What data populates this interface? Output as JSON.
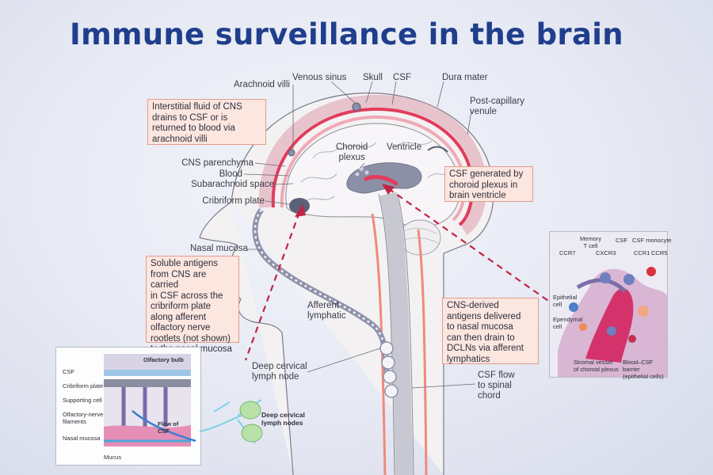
{
  "title": "Immune surveillance in the brain",
  "labels": {
    "arachnoid_villi": "Arachnoid villi",
    "venous_sinus": "Venous sinus",
    "skull": "Skull",
    "csf": "CSF",
    "dura_mater": "Dura mater",
    "post_capillary": "Post-capillary\nvenule",
    "choroid_plexus": "Choroid\nplexus",
    "ventricle": "Ventricle",
    "cns_parenchyma": "CNS parenchyma",
    "blood": "Blood",
    "subarachnoid": "Subarachnoid space",
    "cribriform": "Cribriform plate",
    "nasal_mucosa": "Nasal mucosa",
    "afferent_lymphatic": "Afferent\nlymphatic",
    "deep_cervical": "Deep cervical\nlymph node",
    "csf_flow": "CSF flow\nto spinal\nchord"
  },
  "boxes": {
    "interstitial": "Interstitial fluid of CNS\ndrains to CSF or is\nreturned to blood via\narachnoid villi",
    "csf_generated": "CSF generated by\nchoroid plexus in\nbrain ventricle",
    "soluble": "Soluble antigens\nfrom CNS are carried\nin CSF across the\ncribriform plate\nalong afferent\nolfactory nerve\nrootlets (not shown)\nto the nasal mucosa",
    "cns_derived": "CNS-derived\nantigens delivered\nto nasal mucosa\ncan then drain to\nDCLNs via afferent\nlymphatics"
  },
  "left_inset": {
    "olfactory_bulb": "Olfactory bulb",
    "csf": "CSF",
    "cribriform": "Cribriform plate",
    "supporting": "Supporting cell",
    "filaments": "Olfactory-nerve\nfilaments",
    "nasal_mucosa": "Nasal mucosa",
    "mucus": "Mucus",
    "flow": "Flow of\nCSF",
    "deep_nodes": "Deep cervical\nlymph nodes"
  },
  "right_inset": {
    "memory_t": "Memory\nT cell",
    "csf": "CSF",
    "csf_monocyte": "CSF monocyte",
    "ccr7": "CCR7",
    "cxcr3": "CXCR3",
    "ccr1": "CCR1",
    "ccr5": "CCR5",
    "epithelial": "Epithelial\ncell",
    "ependymal": "Ependymal\ncell",
    "stromal": "Stromal vessel\nof choroid plexus",
    "barrier": "Blood–CSF barrier\n(epithelial cells)"
  }
}
